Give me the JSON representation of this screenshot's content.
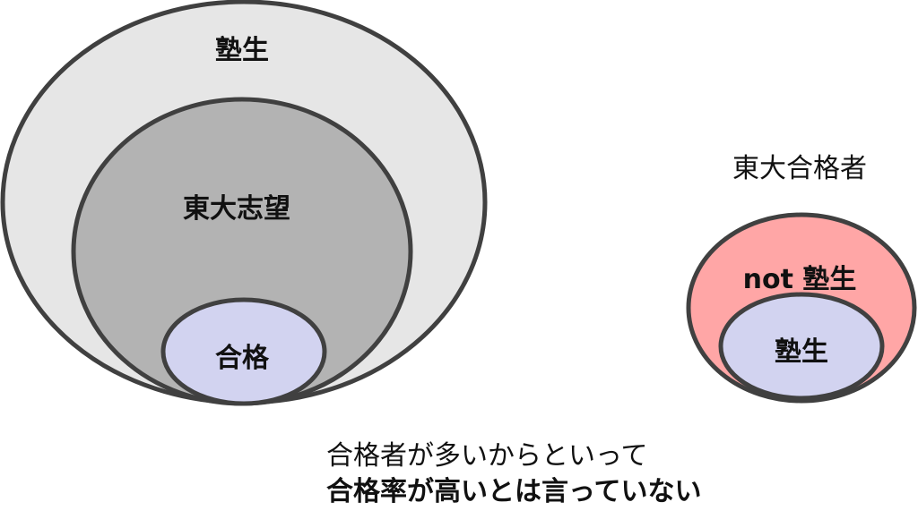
{
  "left_diagram": {
    "outer_label": "塾生",
    "middle_label": "東大志望",
    "inner_label": "合格"
  },
  "right_diagram": {
    "title": "東大合格者",
    "outer_label": "not 塾生",
    "inner_label": "塾生"
  },
  "caption": {
    "line1": "合格者が多いからといって",
    "line2": "合格率が高いとは言っていない"
  },
  "colors": {
    "outer_fill": "#e6e6e6",
    "middle_fill": "#b3b3b3",
    "inner_fill": "#d2d3f0",
    "pink_fill": "#ffa6a6",
    "stroke": "#404040"
  }
}
